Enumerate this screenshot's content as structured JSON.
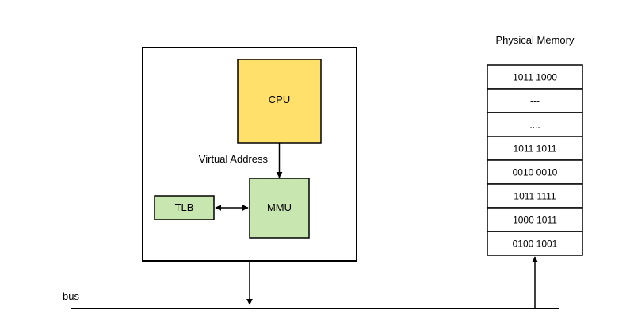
{
  "diagram": {
    "cpu_label": "CPU",
    "mmu_label": "MMU",
    "tlb_label": "TLB",
    "virtual_address_label": "Virtual Address",
    "bus_label": "bus",
    "memory_title": "Physical Memory",
    "memory_cells": [
      "1011 1000",
      "---",
      "....",
      "1011 1011",
      "0010 0010",
      "1011 1111",
      "1000 1011",
      "0100 1001"
    ],
    "colors": {
      "cpu_fill": "#FFE06A",
      "mmu_fill": "#C8E6B0",
      "tlb_fill": "#C8E6B0",
      "stroke": "#000000"
    }
  }
}
